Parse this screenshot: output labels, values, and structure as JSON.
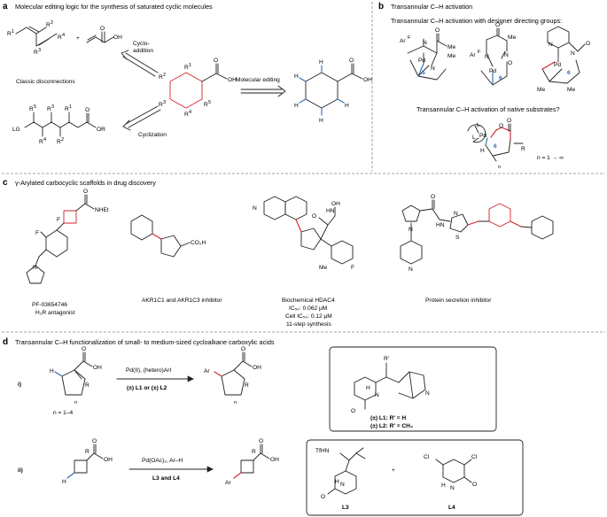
{
  "colors": {
    "ink": "#231f20",
    "red": "#d2232a",
    "blue": "#2b6cb0",
    "divider": "#888888"
  },
  "panel_a": {
    "letter": "a",
    "title": "Molecular editing logic for the synthesis of saturated cyclic molecules",
    "arrow_cycloaddition": "Cyclo-",
    "arrow_cycloaddition2": "addition",
    "classic": "Classic disconnections",
    "molecular_editing": "Molecular editing",
    "cyclization": "Cyclization",
    "labels": {
      "r1": "R",
      "r1s": "1",
      "r2": "R",
      "r2s": "2",
      "r3": "R",
      "r3s": "3",
      "r4": "R",
      "r4s": "4",
      "r5": "R",
      "r5s": "5",
      "oh": "OH",
      "o": "O",
      "h": "H",
      "lg": "LG",
      "or": "OR"
    }
  },
  "panel_b": {
    "letter": "b",
    "title": "Transannular C–H activation",
    "subtitle1": "Transannular C–H activation with designer directing groups:",
    "subtitle2": "Transannular C–H activation of native substrates?",
    "ring5": "5",
    "ring6": "6",
    "ar": "Ar",
    "arf": "F",
    "n": "N",
    "o": "O",
    "me": "Me",
    "pd": "Pd",
    "l": "L",
    "r": "R",
    "h": "H",
    "nsub": "n",
    "n_range": "n = 1 → ∞"
  },
  "panel_c": {
    "letter": "c",
    "title": "γ-Arylated carbocyclic scaffolds in drug discovery",
    "c1_name": "PF-03654746",
    "c1_desc": "H₃R antagonist",
    "c2_desc": "AKR1C1 and AKR1C3 inhibitor",
    "c3_l1": "Biochemical HDAC4",
    "c3_l2": "IC₅₀: 0.062 μM",
    "c3_l3": "Cell IC₅₀: 0.12 μM",
    "c3_l4": "11-step synthesis",
    "c4_desc": "Protein secretion inhibitor",
    "nhet": "NHEt",
    "f": "F",
    "n": "N",
    "o": "O",
    "co2h": "CO₂H",
    "hn": "HN",
    "oh": "OH",
    "me": "Me",
    "s": "S",
    "h": "H"
  },
  "panel_d": {
    "letter": "d",
    "title": "Transannular C–H functionalization of small- to medium-sized cycloalkane carboxylic acids",
    "i": "i)",
    "ii": "ii)",
    "cond_i_1": "Pd(II), (hetero)ArI",
    "cond_i_2": "(±) L1 or (±) L2",
    "n_range": "n = 1–4",
    "cond_ii_1": "Pd(OAc)₂, Ar–H",
    "cond_ii_2": "L3 and L4",
    "l1": "(±) L1: R′ = H",
    "l2": "(±) L2: R′ = CH₃",
    "l3": "L3",
    "l4": "L4",
    "ar": "Ar",
    "oh": "OH",
    "o": "O",
    "r": "R",
    "h": "H",
    "n": "N",
    "nsub": "n",
    "rprime": "R′",
    "tfhn": "TfHN",
    "cl": "Cl",
    "plus": "+"
  }
}
